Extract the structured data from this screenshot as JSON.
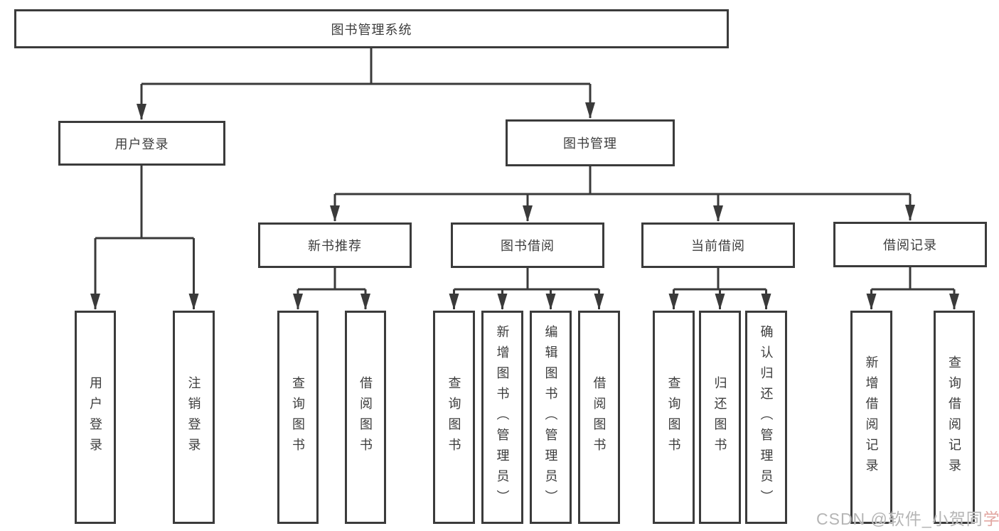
{
  "diagram_title": "图书管理系统",
  "tree": {
    "label": "图书管理系统",
    "children": [
      {
        "label": "用户登录",
        "children": [
          {
            "label": "用户登录"
          },
          {
            "label": "注销登录"
          }
        ]
      },
      {
        "label": "图书管理",
        "children": [
          {
            "label": "新书推荐",
            "children": [
              {
                "label": "查询图书"
              },
              {
                "label": "借阅图书"
              }
            ]
          },
          {
            "label": "图书借阅",
            "children": [
              {
                "label": "查询图书"
              },
              {
                "label": "新增图书（管理员）"
              },
              {
                "label": "编辑图书（管理员）"
              },
              {
                "label": "借阅图书"
              }
            ]
          },
          {
            "label": "当前借阅",
            "children": [
              {
                "label": "查询图书"
              },
              {
                "label": "归还图书"
              },
              {
                "label": "确认归还（管理员）"
              }
            ]
          },
          {
            "label": "借阅记录",
            "children": [
              {
                "label": "新增借阅记录"
              },
              {
                "label": "查询借阅记录"
              }
            ]
          }
        ]
      }
    ]
  },
  "watermark": {
    "prefix": "CSDN @软件_小贺同",
    "suffix": "学"
  },
  "colors": {
    "background": "#ffffff",
    "box_border": "#3b3b3b",
    "line": "#3a3a3a",
    "text": "#3d3d3d",
    "watermark_gray": "#b5b5b5",
    "watermark_red": "#e2a7a2"
  }
}
